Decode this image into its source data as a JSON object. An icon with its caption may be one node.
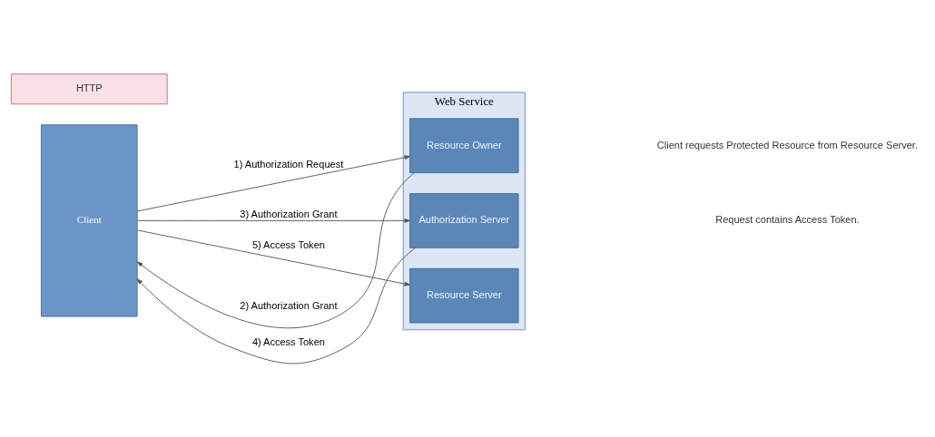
{
  "diagram": {
    "nodes": [
      {
        "text": [
          "Client"
        ]
      },
      {
        "text": [
          "HTTP"
        ]
      },
      {
        "text": [
          "Web Service"
        ]
      },
      {
        "text": [
          "Resource Owner"
        ],
        "in": 2
      },
      {
        "text": [
          "Authorization Server"
        ],
        "in": 2
      },
      {
        "text": [
          "Resource Server"
        ],
        "in": 2
      }
    ],
    "edges": [
      {
        "from": 0,
        "to": 3,
        "arrow": "to",
        "label": "1) Authorization Request"
      },
      {
        "from": 3,
        "to": 0,
        "arrow": "to",
        "label": "2) Authorization Grant"
      },
      {
        "from": 0,
        "to": 4,
        "arrow": "to",
        "label": "3) Authorization Grant"
      },
      {
        "from": 4,
        "to": 0,
        "arrow": "to",
        "label": "4) Access Token"
      },
      {
        "from": 0,
        "to": 5,
        "arrow": "to",
        "label": "5) Access Token"
      }
    ],
    "labels": [
      "Client requests Protected Resource from Resource Server.",
      "Request contains Access Token."
    ]
  }
}
